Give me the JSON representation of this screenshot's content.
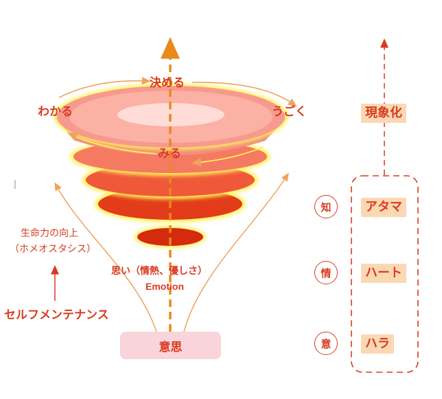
{
  "top_labels": {
    "decide": "決める",
    "understand": "わかる",
    "move": "うごく",
    "see": "みる"
  },
  "left_labels": {
    "life_force_line1": "生命力の向上",
    "life_force_line2": "（ホメオスタシス）",
    "self_maintenance": "セルフメンテナンス"
  },
  "center_labels": {
    "feelings": "思い（情熱、優しさ）",
    "emotion": "Emotion",
    "will": "意思"
  },
  "right_column": {
    "manifestation": "現象化",
    "rows": [
      {
        "circle": "知",
        "label": "アタマ"
      },
      {
        "circle": "情",
        "label": "ハート"
      },
      {
        "circle": "意",
        "label": "ハラ"
      }
    ]
  },
  "colors": {
    "accent": "#d93a1f",
    "arrow_orange": "#e9891a",
    "glow_yellow": "#fff15a",
    "label_bg": "#fbd8b4",
    "will_bg": "#f9d4da"
  }
}
